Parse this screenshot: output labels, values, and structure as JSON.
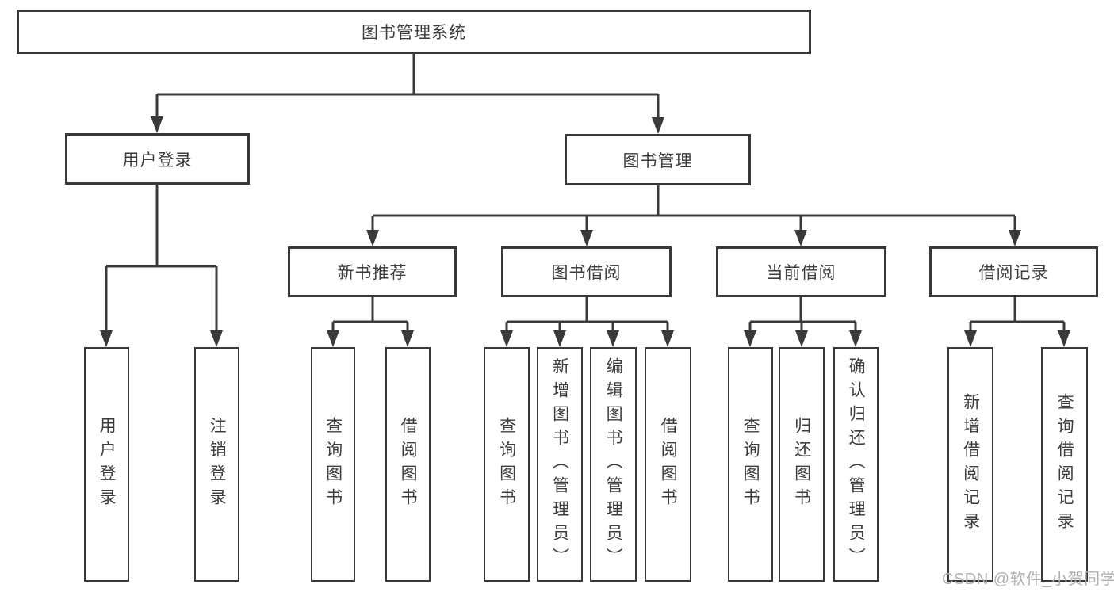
{
  "diagram": {
    "title": "图书管理系统",
    "level2": [
      {
        "label": "用户登录"
      },
      {
        "label": "图书管理"
      }
    ],
    "level3": [
      {
        "label": "新书推荐"
      },
      {
        "label": "图书借阅"
      },
      {
        "label": "当前借阅"
      },
      {
        "label": "借阅记录"
      }
    ],
    "leaves": [
      {
        "label": "用户登录"
      },
      {
        "label": "注销登录"
      },
      {
        "label": "查询图书"
      },
      {
        "label": "借阅图书"
      },
      {
        "label": "查询图书"
      },
      {
        "label": "新增图书（管理员）"
      },
      {
        "label": "编辑图书（管理员）"
      },
      {
        "label": "借阅图书"
      },
      {
        "label": "查询图书"
      },
      {
        "label": "归还图书"
      },
      {
        "label": "确认归还（管理员）"
      },
      {
        "label": "新增借阅记录"
      },
      {
        "label": "查询借阅记录"
      }
    ],
    "watermark": "CSDN @软件_小贺同学",
    "colors": {
      "line": "#3a3a3a",
      "border": "#383838",
      "text": "#3d3d3d",
      "watermark": "#b0b0b0",
      "background": "#ffffff"
    }
  }
}
